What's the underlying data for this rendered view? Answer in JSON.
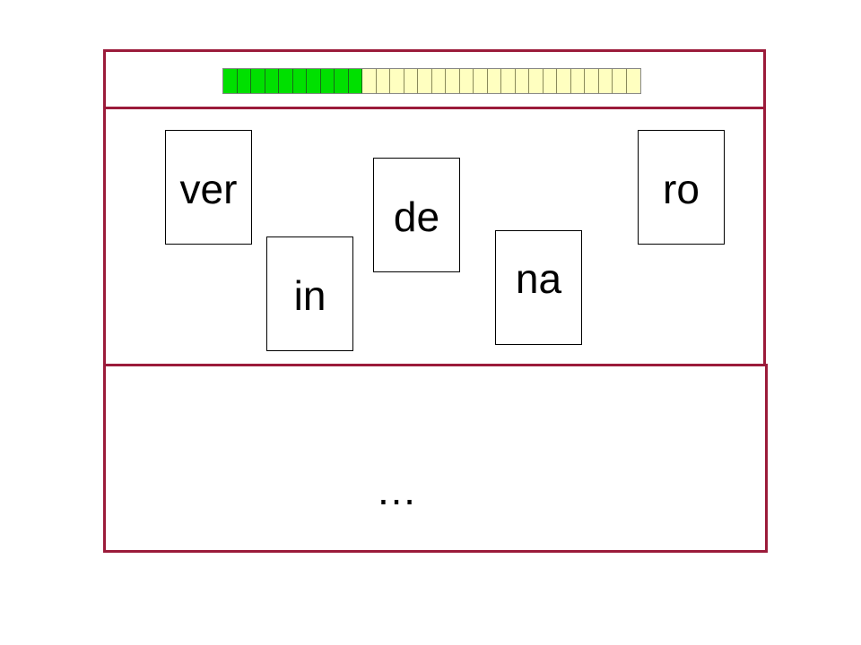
{
  "progress": {
    "total_segments": 30,
    "completed_segments": 10,
    "done_color": "#00e000",
    "todo_color": "#ffffc0"
  },
  "cards": [
    {
      "id": "ver",
      "text": "ver"
    },
    {
      "id": "in",
      "text": "in"
    },
    {
      "id": "de",
      "text": "de"
    },
    {
      "id": "na",
      "text": "na"
    },
    {
      "id": "ro",
      "text": "ro"
    }
  ],
  "answer": {
    "text": "…"
  },
  "colors": {
    "frame": "#9b1b3a"
  }
}
